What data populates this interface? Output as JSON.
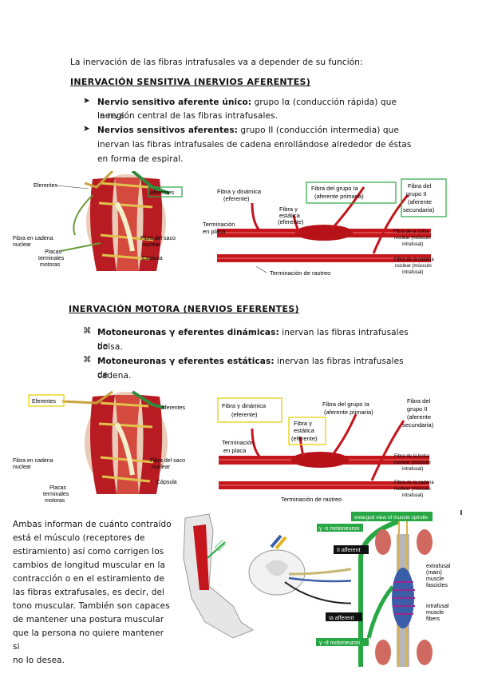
{
  "intro": "La inervación de las fibras intrafusales va a depender de su función:",
  "sensory": {
    "heading": "INERVACIÓN SENSITIVA (NERVIOS AFERENTES)",
    "bullet_symbol": "➤",
    "items": [
      {
        "bold": "Nervio sensitivo aferente único:",
        "line1": " grupo Iα (conducción rápida) que inerva",
        "line2": "la región central de las fibras intrafusales."
      },
      {
        "bold": "Nervios sensitivos aferentes:",
        "line1": " grupo II (conducción intermedia) que",
        "line2": "inervan las fibras intrafusales de cadena enrollándose alrededor de éstas",
        "line3": "en forma de espiral."
      }
    ]
  },
  "figure1": {
    "labels": {
      "eferentes": "Eferentes",
      "aferentes": "Aferentes",
      "fibra_cadena_1": "Fibra en cadena",
      "fibra_cadena_2": "nuclear",
      "fibra_saco_1": "Fibra del saco",
      "fibra_saco_2": "nuclear",
      "capsula": "Cápsula",
      "placas_1": "Placas",
      "placas_2": "terminales",
      "placas_3": "motoras",
      "dinamica_1": "Fibra γ dinámica",
      "dinamica_2": "(eferente)",
      "estatica_1": "Fibra γ",
      "estatica_2": "estática",
      "estatica_3": "(eferente)",
      "ia_1": "Fibra del grupo Ia",
      "ia_2": "(aferente primaria)",
      "ii_1": "Fibra del",
      "ii_2": "grupo II",
      "ii_3": "(aferente",
      "ii_4": "secundaria)",
      "term_placa_1": "Terminación",
      "term_placa_2": "en placa",
      "bolsa_1": "Fibra de la bolsa",
      "bolsa_2": "nuclear (músculo",
      "bolsa_3": "intrafusal)",
      "cadena_1": "Fibra de la cadena",
      "cadena_2": "nuclear (músculo",
      "cadena_3": "intrafusal)",
      "rastreo": "Terminación de rastreo"
    }
  },
  "motor": {
    "heading": "INERVACIÓN MOTORA (NERVIOS EFERENTES)",
    "bullet_symbol": "⌘",
    "items": [
      {
        "bold": "Motoneuronas γ eferentes dinámicas:",
        "line1": " inervan las fibras intrafusales de",
        "line2": "bolsa."
      },
      {
        "bold": "Motoneuronas γ eferentes estáticas:",
        "line1": " inervan las fibras intrafusales de",
        "line2": "cadena."
      }
    ]
  },
  "figure2": {
    "labels": {
      "eferentes": "Eferentes",
      "aferentes": "Aferentes",
      "fibra_cadena_1": "Fibra en cadena",
      "fibra_cadena_2": "nuclear",
      "fibra_saco_1": "Fibra del saco",
      "fibra_saco_2": "nuclear",
      "capsula": "Cápsula",
      "placas_1": "Placas",
      "placas_2": "terminales",
      "placas_3": "motoras",
      "dinamica_1": "Fibra γ dinámica",
      "dinamica_2": "(eferente)",
      "estatica_1": "Fibra γ",
      "estatica_2": "estática",
      "estatica_3": "(eferente)",
      "ia_1": "Fibra del grupo Ia",
      "ia_2": "(aferente primaria)",
      "ii_1": "Fibra del",
      "ii_2": "grupo II",
      "ii_3": "(aferente",
      "ii_4": "secundaria)",
      "term_placa_1": "Terminación",
      "term_placa_2": "en placa",
      "bolsa_1": "Fibra de la bolsa",
      "bolsa_2": "nuclear (músculo",
      "bolsa_3": "intrafusal)",
      "cadena_1": "Fibra de la cadena",
      "cadena_2": "nuclear (músculo",
      "cadena_3": "intrafusal)",
      "rastreo": "Terminación de rastreo"
    }
  },
  "closing": {
    "lines": [
      "Ambas informan de cuánto contraído",
      "está el músculo (receptores de",
      "estiramiento) así como corrigen los",
      "cambios de longitud muscular en la",
      "contracción o en el estiramiento de",
      "las fibras extrafusales, es decir, del",
      "tono muscular. También son capaces",
      "de mantener una postura muscular",
      "que la persona no quiere mantener si",
      "no lo desea."
    ]
  },
  "figure3": {
    "enlarged": "enlarged view of muscle spindle",
    "gamma_s": "γ -s motoneuron",
    "ii_afferent": "II afferent",
    "ia_afferent": "Ia afferent",
    "gamma_d": "γ -d motoneuron",
    "extrafusal_1": "extrafusal",
    "extrafusal_2": "(main)",
    "extrafusal_3": "muscle",
    "extrafusal_4": "fascicles",
    "intrafusal_1": "intrafusal",
    "intrafusal_2": "muscle",
    "intrafusal_3": "fibers",
    "tag_1": "sensory",
    "tag_2": "spindle"
  }
}
